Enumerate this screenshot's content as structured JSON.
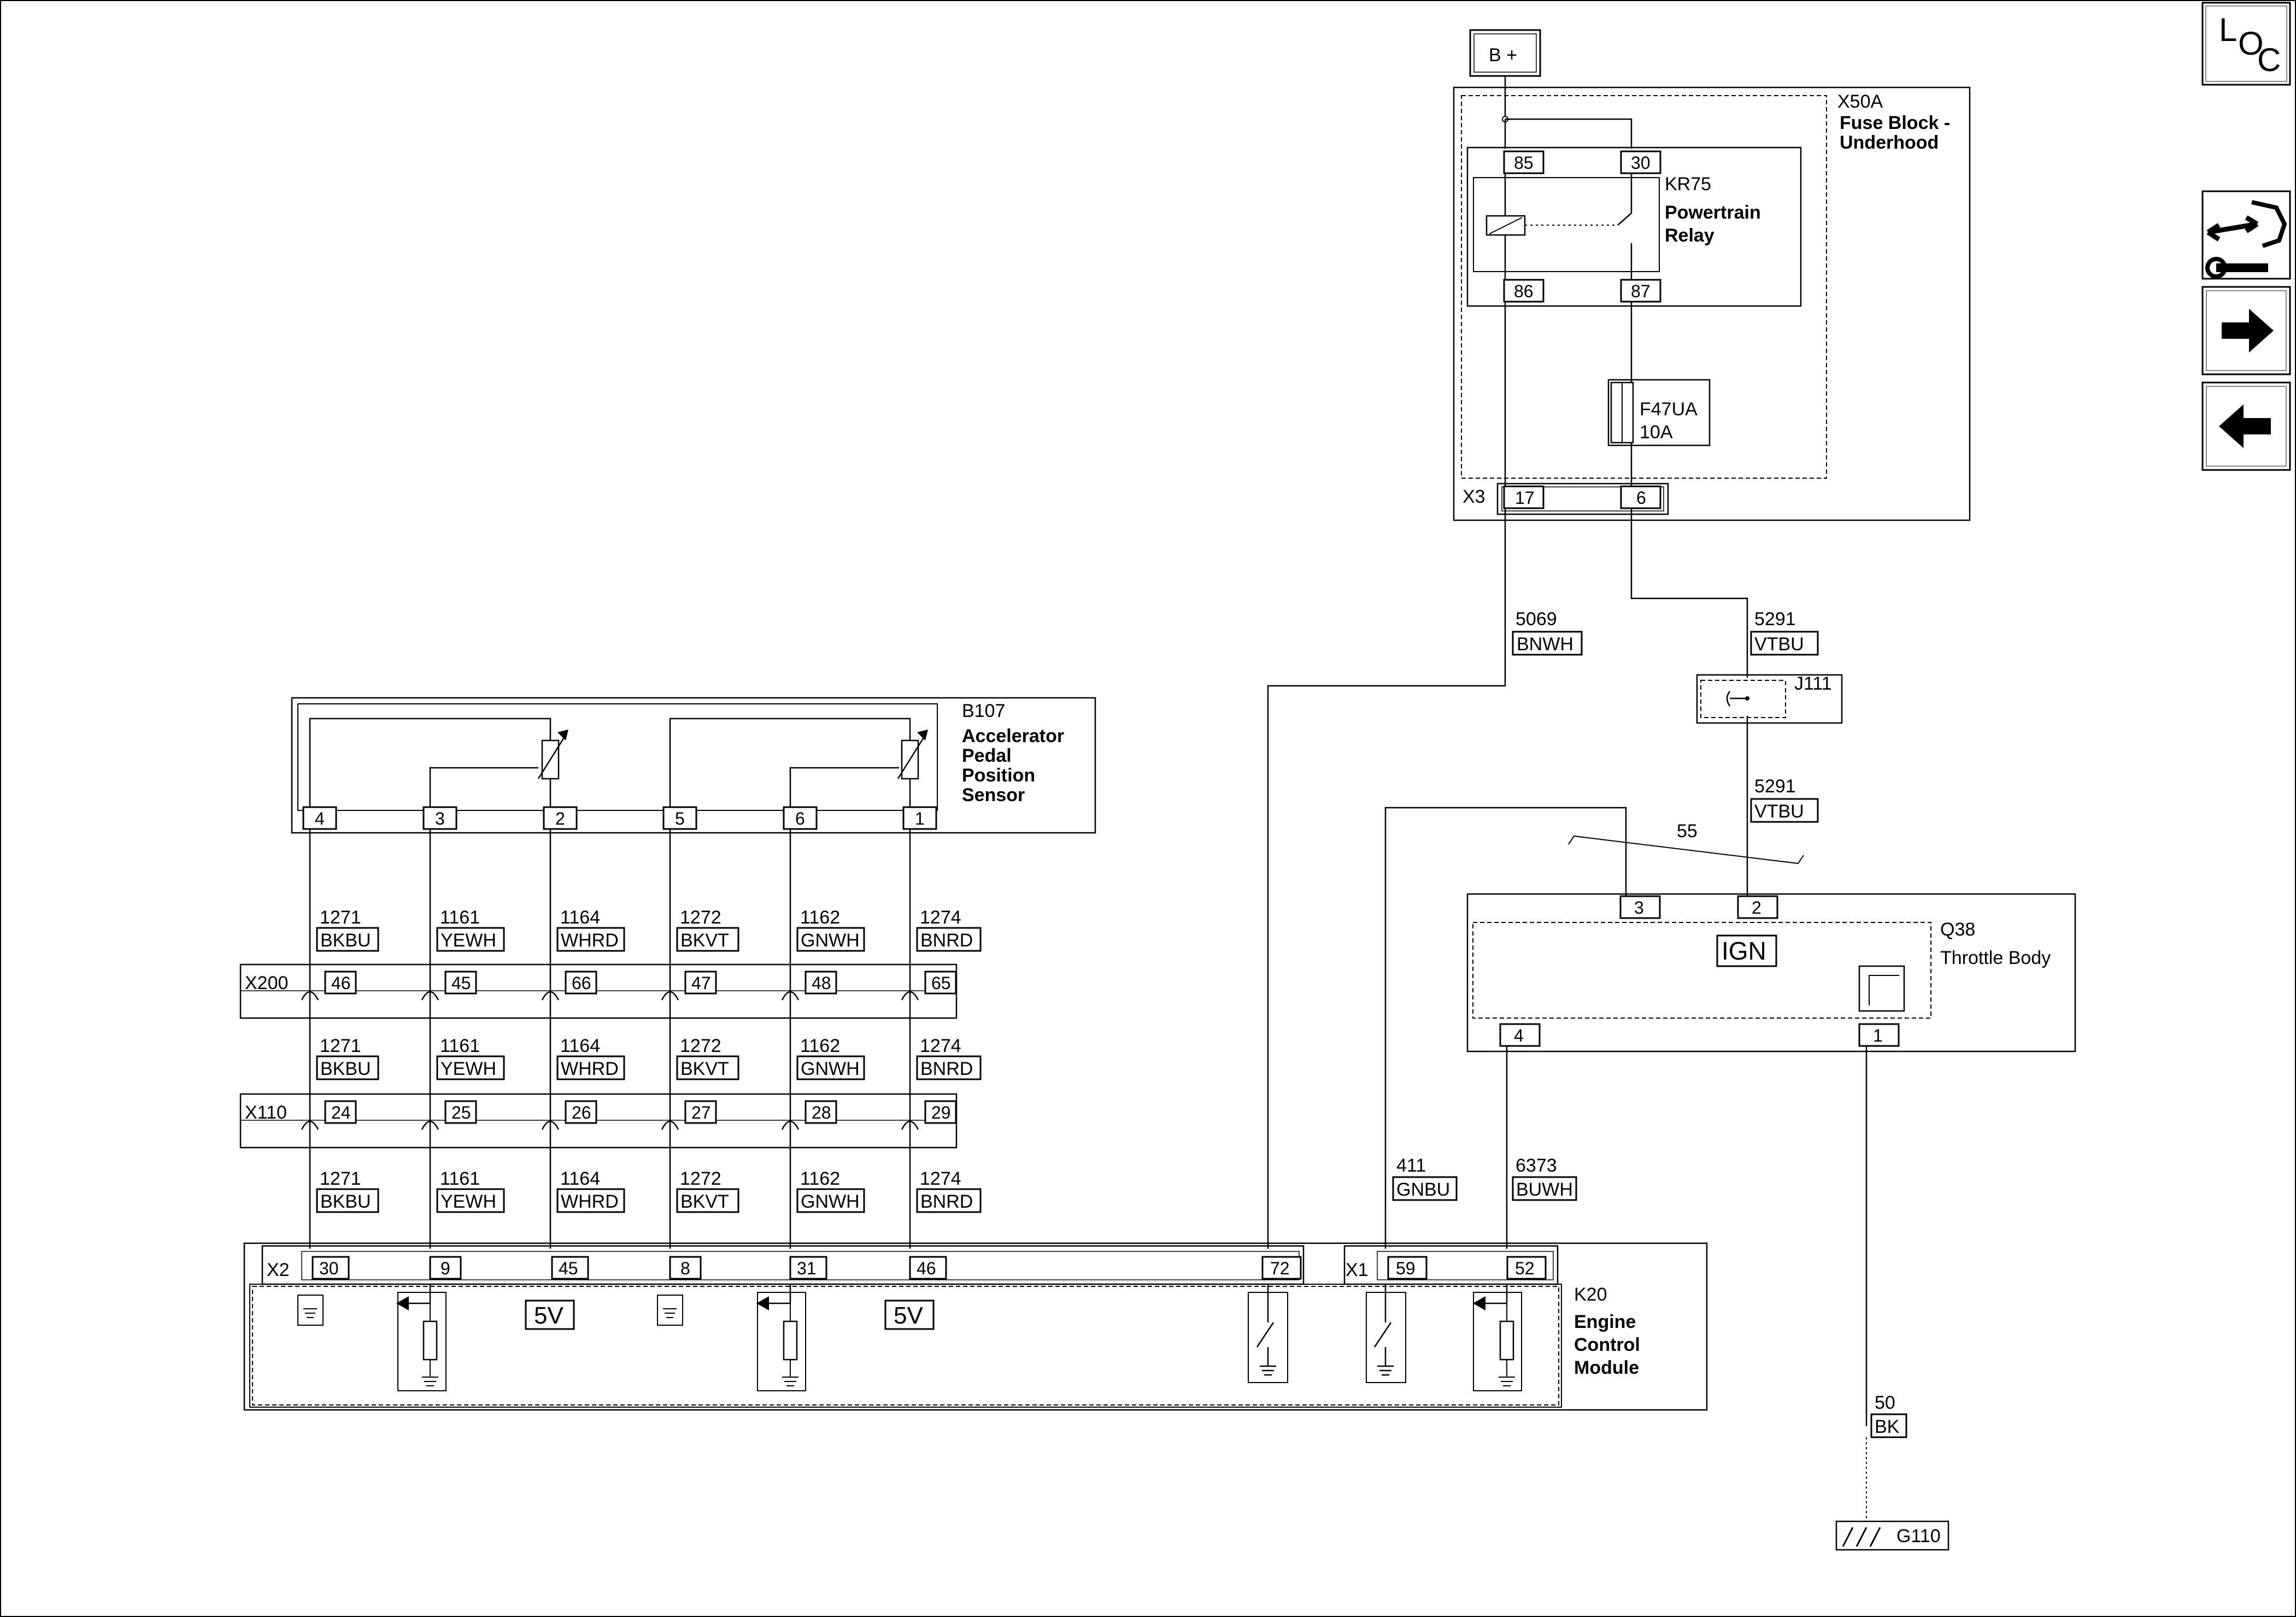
{
  "power_source": "B +",
  "nav": {
    "loc": [
      "L",
      "O",
      "C"
    ]
  },
  "fuse_block": {
    "id": "X50A",
    "name_line1": "Fuse Block -",
    "name_line2": "Underhood",
    "connector": "X3",
    "pins": [
      "17",
      "6"
    ]
  },
  "relay": {
    "id": "KR75",
    "name_line1": "Powertrain",
    "name_line2": "Relay",
    "pins": [
      "85",
      "30",
      "86",
      "87"
    ]
  },
  "fuse": {
    "id": "F47UA",
    "rating": "10A"
  },
  "wires": {
    "w5069": {
      "circuit": "5069",
      "color": "BNWH"
    },
    "w5291a": {
      "circuit": "5291",
      "color": "VTBU"
    },
    "w5291b": {
      "circuit": "5291",
      "color": "VTBU"
    },
    "w411": {
      "circuit": "411",
      "color": "GNBU"
    },
    "w6373": {
      "circuit": "6373",
      "color": "BUWH"
    },
    "w50": {
      "circuit": "50",
      "color": "BK"
    }
  },
  "splice": {
    "id": "J111"
  },
  "sensor": {
    "id": "B107",
    "name_line1": "Accelerator",
    "name_line2": "Pedal",
    "name_line3": "Position",
    "name_line4": "Sensor",
    "pins": [
      "4",
      "3",
      "2",
      "5",
      "6",
      "1"
    ]
  },
  "harness_wires": [
    {
      "circuit": "1271",
      "color": "BKBU"
    },
    {
      "circuit": "1161",
      "color": "YEWH"
    },
    {
      "circuit": "1164",
      "color": "WHRD"
    },
    {
      "circuit": "1272",
      "color": "BKVT"
    },
    {
      "circuit": "1162",
      "color": "GNWH"
    },
    {
      "circuit": "1274",
      "color": "BNRD"
    }
  ],
  "inline_x200": {
    "id": "X200",
    "pins": [
      "46",
      "45",
      "66",
      "47",
      "48",
      "65"
    ]
  },
  "inline_x110": {
    "id": "X110",
    "pins": [
      "24",
      "25",
      "26",
      "27",
      "28",
      "29"
    ]
  },
  "ecm": {
    "id": "K20",
    "name_line1": "Engine",
    "name_line2": "Control",
    "name_line3": "Module",
    "x2": {
      "id": "X2",
      "pins": [
        "30",
        "9",
        "45",
        "8",
        "31",
        "46",
        "72"
      ]
    },
    "x1": {
      "id": "X1",
      "pins": [
        "59",
        "52"
      ]
    },
    "voltage_label": "5V"
  },
  "throttle_body": {
    "id": "Q38",
    "name": "Throttle Body",
    "ign_label": "IGN",
    "pins": [
      "3",
      "2",
      "4",
      "1"
    ]
  },
  "page_ref": "55",
  "ground": {
    "id": "G110"
  }
}
